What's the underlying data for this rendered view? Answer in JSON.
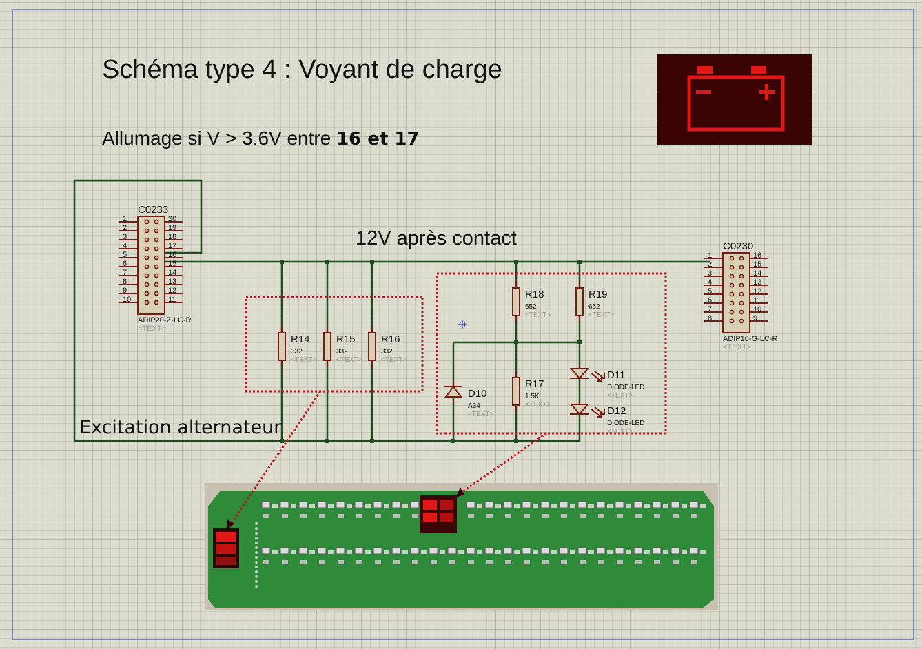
{
  "title": "Schéma type 4 : Voyant de charge",
  "subtitle": {
    "text": "Allumage si  V > 3.6V entre ",
    "bold": "16 et 17"
  },
  "net_label": "12V après contact",
  "excitation_label": "Excitation alternateur",
  "battery_icon": "battery-warning-icon",
  "colors": {
    "background": "#dcdcce",
    "wire": "#1e4d1e",
    "component": "#7a1a14",
    "component_fill": "#d8d0b4",
    "highlight": "#c0141e",
    "pcb": "#2f8a3a"
  },
  "connectors": {
    "c0233": {
      "ref": "C0233",
      "type": "ADIP20-Z-LC-R",
      "text": "<TEXT>",
      "left_pins": [
        "1",
        "2",
        "3",
        "4",
        "5",
        "6",
        "7",
        "8",
        "9",
        "10"
      ],
      "right_pins": [
        "20",
        "19",
        "18",
        "17",
        "16",
        "15",
        "14",
        "13",
        "12",
        "11"
      ]
    },
    "c0230": {
      "ref": "C0230",
      "type": "ADIP16-G-LC-R",
      "text": "<TEXT>",
      "left_pins": [
        "1",
        "2",
        "3",
        "4",
        "5",
        "6",
        "7",
        "8"
      ],
      "right_pins": [
        "16",
        "15",
        "14",
        "13",
        "12",
        "11",
        "10",
        "9"
      ]
    }
  },
  "components": [
    {
      "ref": "R14",
      "value": "332",
      "text": "<TEXT>"
    },
    {
      "ref": "R15",
      "value": "332",
      "text": "<TEXT>"
    },
    {
      "ref": "R16",
      "value": "332",
      "text": "<TEXT>"
    },
    {
      "ref": "R18",
      "value": "652",
      "text": "<TEXT>"
    },
    {
      "ref": "R19",
      "value": "652",
      "text": "<TEXT>"
    },
    {
      "ref": "R17",
      "value": "1.5K",
      "text": "<TEXT>"
    },
    {
      "ref": "D10",
      "value": "A34",
      "text": "<TEXT>"
    },
    {
      "ref": "D11",
      "value": "DIODE-LED",
      "text": "<TEXT>"
    },
    {
      "ref": "D12",
      "value": "DIODE-LED",
      "text": "<TEXT>"
    }
  ]
}
